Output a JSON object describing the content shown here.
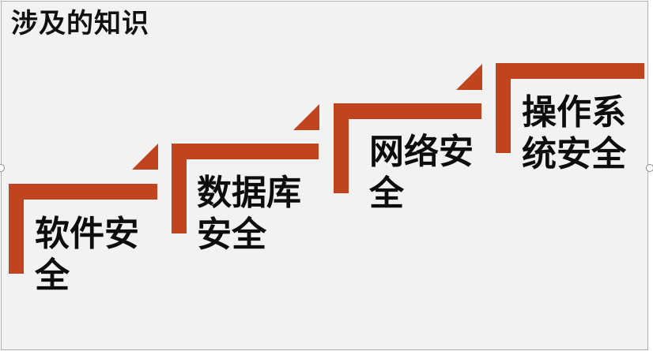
{
  "title": "涉及的知识",
  "accent_color": "#c0441e",
  "steps": [
    {
      "label": "软件安全"
    },
    {
      "label": "数据库安全"
    },
    {
      "label": "网络安全"
    },
    {
      "label": "操作系统安全"
    }
  ]
}
